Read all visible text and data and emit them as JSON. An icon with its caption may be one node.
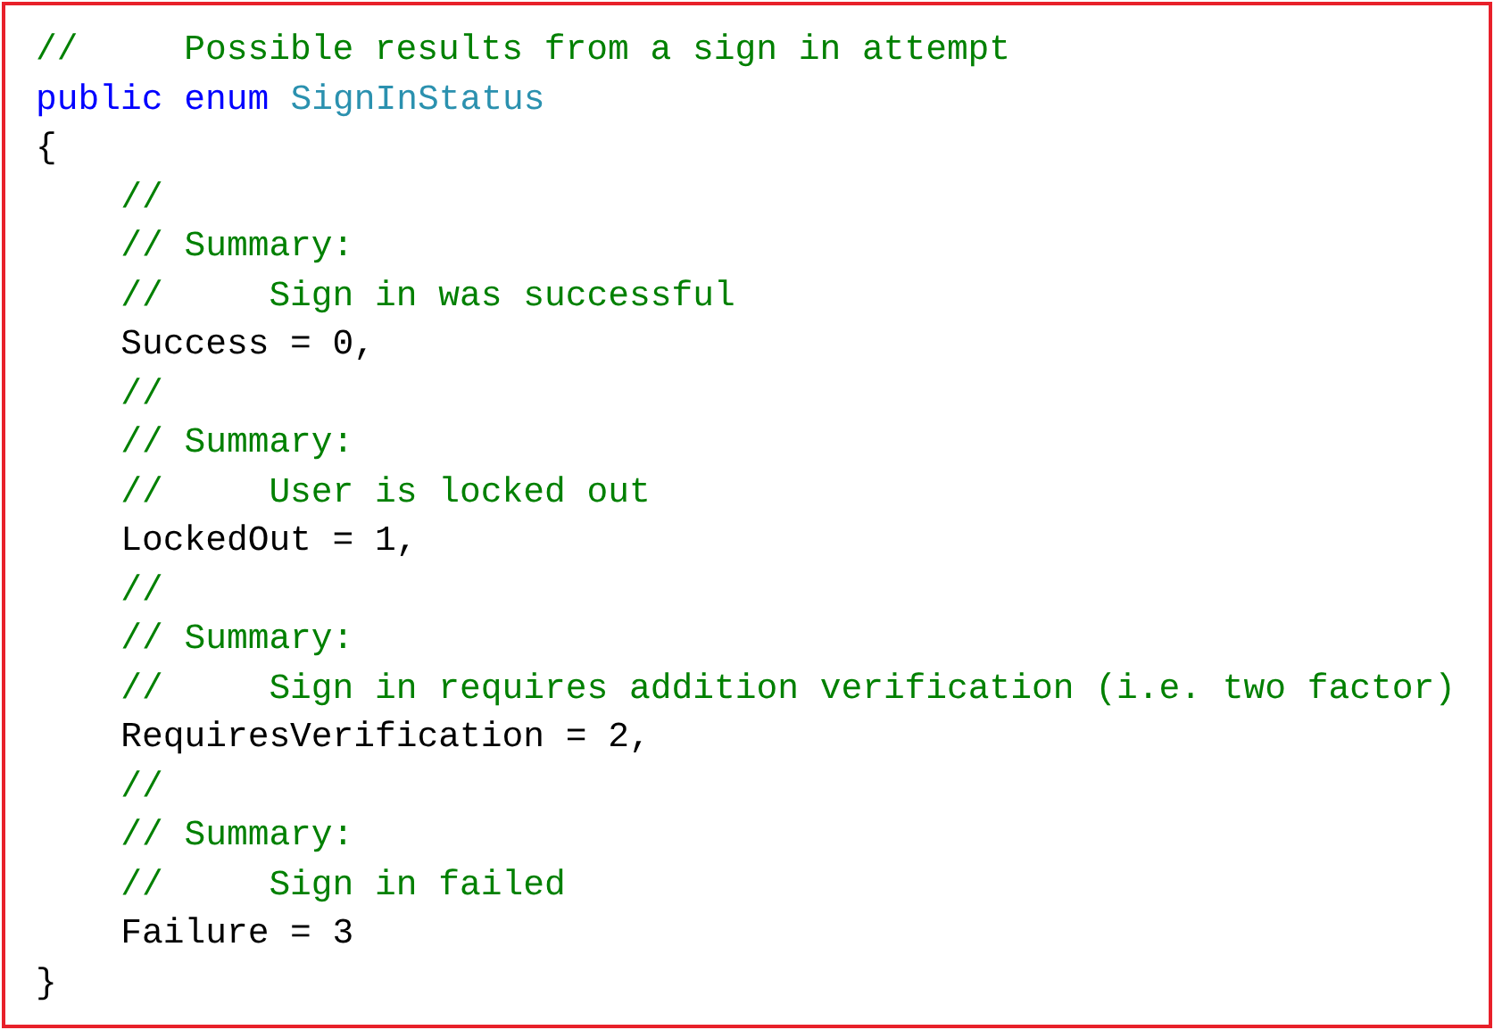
{
  "diagram": {
    "labels": [
      "//     Possible results from a sign in attempt",
      "public enum",
      "SignInStatus",
      "{",
      "//",
      "// Summary:",
      "//     Sign in was successful",
      "Success = 0,",
      "//",
      "// Summary:",
      "//     User is locked out",
      "LockedOut = 1,",
      "//",
      "// Summary:",
      "//     Sign in requires addition verification (i.e. two factor)",
      "RequiresVerification = 2,",
      "//",
      "// Summary:",
      "//     Sign in failed",
      "Failure = 3",
      "}"
    ]
  }
}
